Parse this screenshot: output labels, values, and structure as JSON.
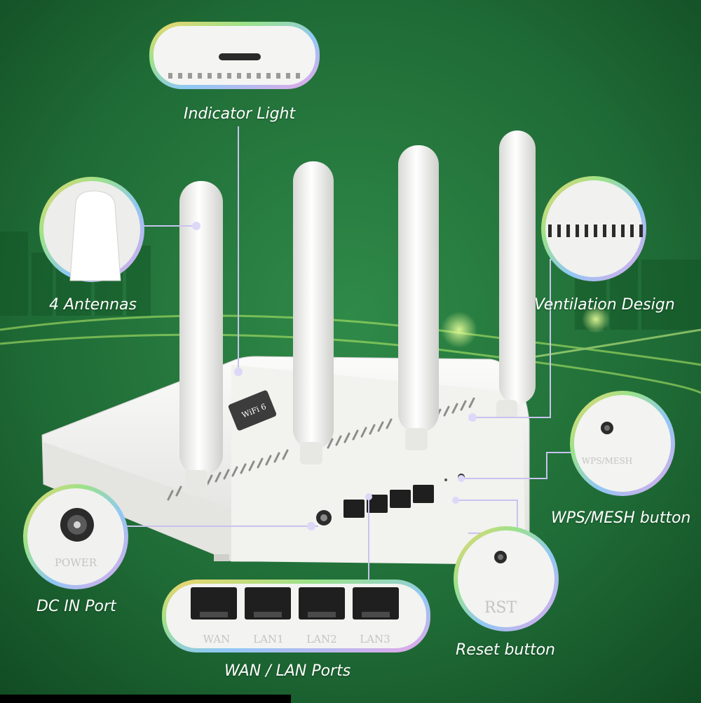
{
  "colors": {
    "background": "#1f6b36",
    "background_dark": "#114a22",
    "router_body": "#f3f3f1",
    "callout_line": "#c9c3ee",
    "callout_dot": "#ddd8f8",
    "text": "#ffffff"
  },
  "labels": {
    "indicator_light": "Indicator Light",
    "antennas": "4 Antennas",
    "ventilation": "Ventilation Design",
    "wps_mesh_button": "WPS/MESH button",
    "dc_in_port": "DC IN Port",
    "reset_button": "Reset button",
    "wan_lan_ports": "WAN / LAN Ports"
  },
  "device_print": {
    "power": "POWER",
    "wan": "WAN",
    "lan1": "LAN1",
    "lan2": "LAN2",
    "lan3": "LAN3",
    "rst": "RST",
    "wps_mesh": "WPS/MESH",
    "logo": "WiFi 6"
  }
}
